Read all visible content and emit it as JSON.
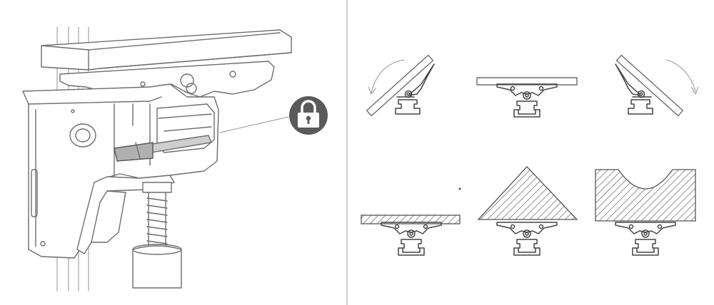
{
  "colors": {
    "background": "#ffffff",
    "line": "#6d6d6d",
    "divider": "#9a9a9a",
    "lock_badge": "#5a5a5a",
    "lock_glyph": "#ffffff",
    "lever_highlight": "#b0b0b0"
  },
  "left_panel": {
    "icon": "lock-icon",
    "subject": "drill-press-table-clamp"
  },
  "right_panel": {
    "rows": [
      {
        "items": [
          "tilted-left",
          "flat",
          "tilted-right"
        ]
      },
      {
        "items": [
          "flat-workpiece",
          "triangular-workpiece",
          "curved-cutout-workpiece"
        ]
      }
    ]
  }
}
